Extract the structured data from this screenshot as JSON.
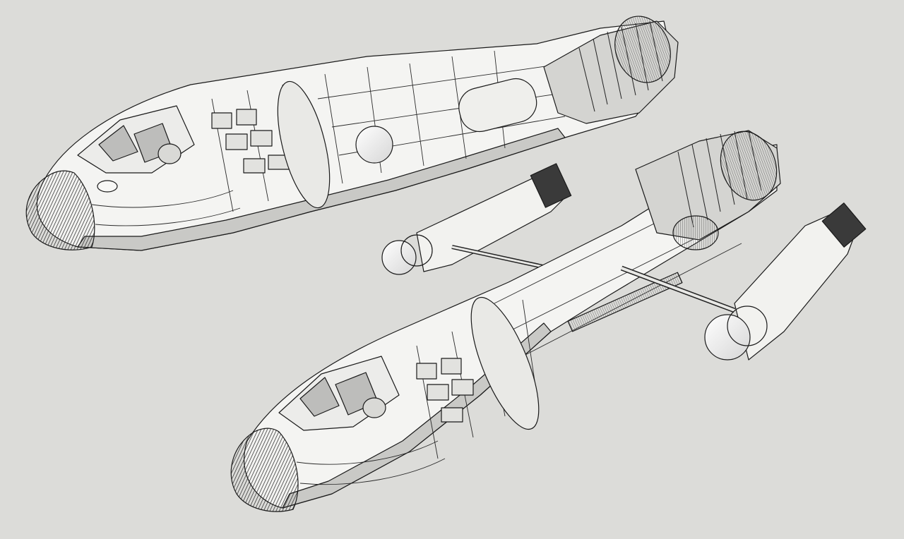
{
  "scene": {
    "background_color": "#dcdcd9",
    "line_color": "#1a1a1a",
    "hull_color": "#f4f4f2",
    "shade_color": "#c9c9c6",
    "dark_color": "#6e6e6e",
    "style": "monochrome line-art render"
  },
  "ships": [
    {
      "name": "ship-upper",
      "has_warp_nacelles": false
    },
    {
      "name": "ship-lower",
      "has_warp_nacelles": true
    }
  ]
}
